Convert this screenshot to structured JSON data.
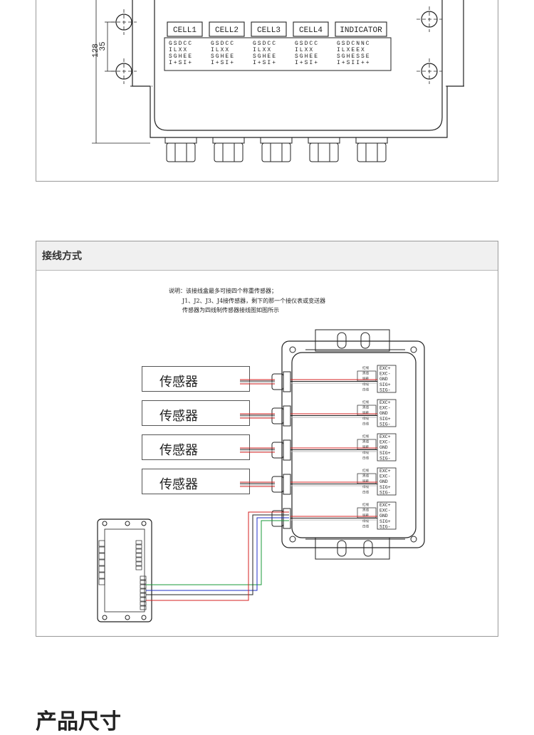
{
  "top_drawing": {
    "dimension_total": "128",
    "dimension_hole": "35",
    "terminal_groups": [
      {
        "label": "CELL1",
        "pin_rows": [
          "GSDCC",
          "ILXX",
          "SGHEE",
          "I+SI+"
        ]
      },
      {
        "label": "CELL2",
        "pin_rows": [
          "GSDCC",
          "ILXX",
          "SGHEE",
          "I+SI+"
        ]
      },
      {
        "label": "CELL3",
        "pin_rows": [
          "GSDCC",
          "ILXX",
          "SGHEE",
          "I+SI+"
        ]
      },
      {
        "label": "CELL4",
        "pin_rows": [
          "GSDCC",
          "ILXX",
          "SGHEE",
          "I+SI+"
        ]
      },
      {
        "label": "INDICATOR",
        "pin_rows": [
          "GSDCNNC",
          "ILXEEX",
          "SGHESSE",
          "I+SII++"
        ]
      }
    ]
  },
  "wiring_section": {
    "title": "接线方式",
    "note_lines": [
      "说明：该接线盒最多可接四个称重传感器；",
      "J1、J2、J3、J4接传感器，剩下的那一个接仪表或变送器",
      "传感器为四线制传感器接线图如图所示"
    ],
    "sensors": [
      {
        "label": "传感器"
      },
      {
        "label": "传感器"
      },
      {
        "label": "传感器"
      },
      {
        "label": "传感器"
      }
    ],
    "terminal_labels": [
      "EXC+",
      "EXC-",
      "GND",
      "SIG+",
      "SIG-"
    ],
    "wire_labels": [
      "红线",
      "黑线",
      "屏蔽",
      "绿线",
      "白线"
    ],
    "colors": {
      "red": "#d42020",
      "black": "#222222",
      "green": "#1a9a3a",
      "blue": "#2030c8",
      "white": "#b8b8b8"
    }
  },
  "bottom_title_fragment": "产品尺寸"
}
